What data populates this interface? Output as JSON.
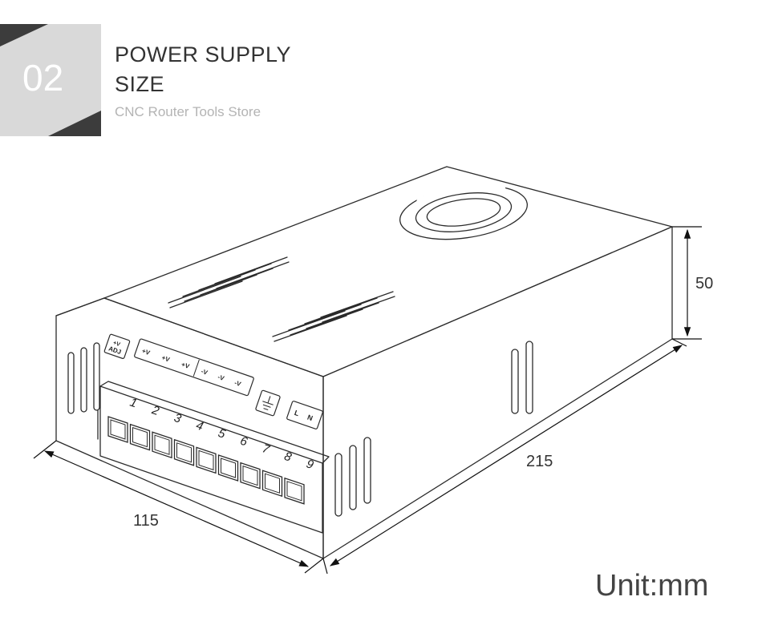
{
  "header": {
    "badge_number": "02",
    "title_line1": "POWER SUPPLY",
    "title_line2": "SIZE",
    "store_name": "CNC Router Tools Store"
  },
  "diagram": {
    "dimensions": {
      "width": "115",
      "length": "215",
      "height": "50"
    },
    "panel_labels": {
      "adj_top": "+V",
      "adj_bottom": "ADJ",
      "positive": [
        "+V",
        "+V",
        "+V"
      ],
      "negative": [
        "-V",
        "-V",
        "-V"
      ],
      "line": "L",
      "neutral": "N"
    },
    "terminal_numbers": [
      "1",
      "2",
      "3",
      "4",
      "5",
      "6",
      "7",
      "8",
      "9"
    ]
  },
  "footer": {
    "unit_label": "Unit:mm"
  },
  "colors": {
    "badge_light": "#d9d9d9",
    "badge_dark": "#3c3c3c",
    "line": "#2b2b2b",
    "body": "#ffffff"
  }
}
